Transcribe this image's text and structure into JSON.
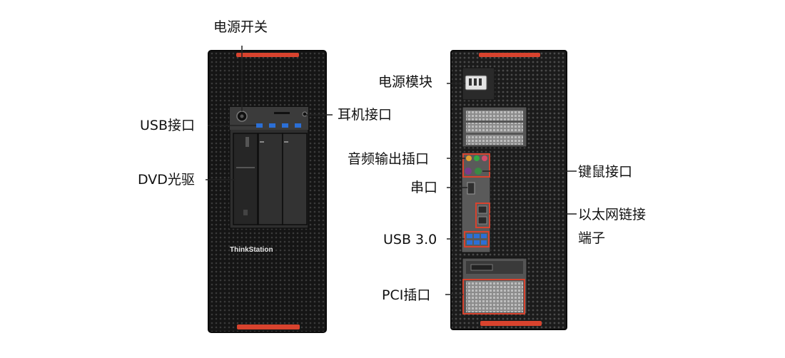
{
  "front": {
    "brand": "ThinkStation",
    "labels": {
      "power_switch": "电源开关",
      "usb_port": "USB接口",
      "headphone_port": "耳机接口",
      "dvd_drive": "DVD光驱"
    }
  },
  "rear": {
    "labels": {
      "power_module": "电源模块",
      "audio_io": "音频输出插口",
      "ps2_port": "键鼠接口",
      "serial_port": "串口",
      "ethernet_port": "以太网链接端子",
      "usb3": "USB 3.0",
      "pci_slot": "PCI插口"
    }
  },
  "colors": {
    "case": "#151515",
    "accent_red": "#d8432e",
    "usb_blue": "#2b6fd6",
    "leader": "#222222"
  }
}
